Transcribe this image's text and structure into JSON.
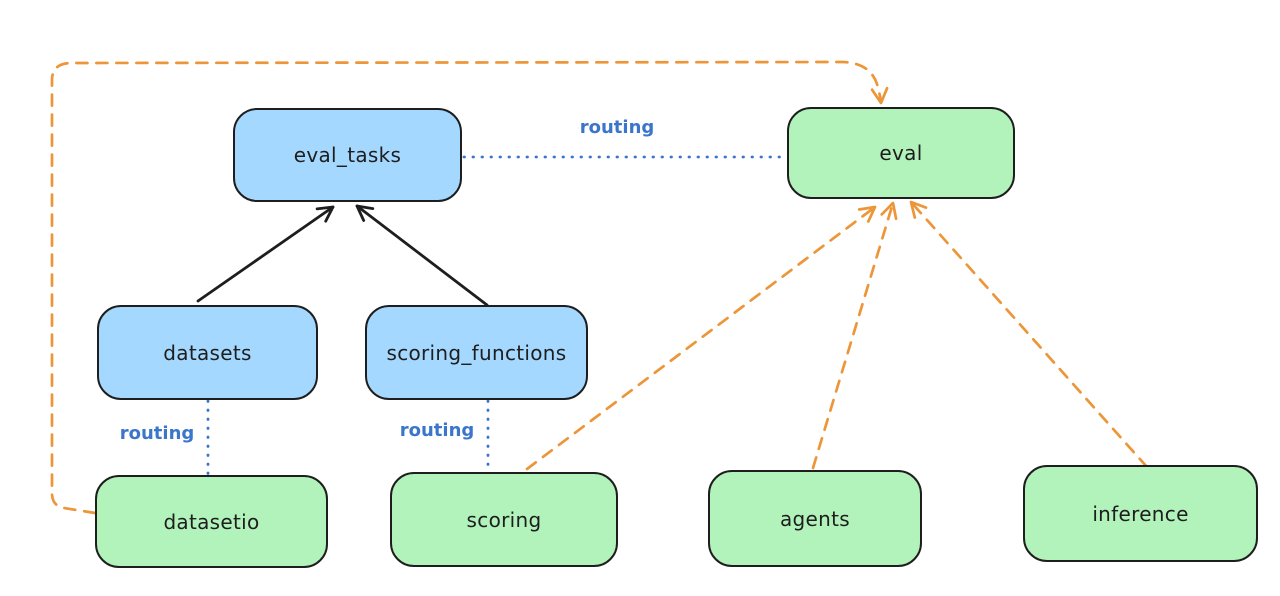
{
  "diagram": {
    "nodes": {
      "eval_tasks": {
        "label": "eval_tasks",
        "fill": "blue"
      },
      "eval": {
        "label": "eval",
        "fill": "green"
      },
      "datasets": {
        "label": "datasets",
        "fill": "blue"
      },
      "scoring_functions": {
        "label": "scoring_functions",
        "fill": "blue"
      },
      "datasetio": {
        "label": "datasetio",
        "fill": "green"
      },
      "scoring": {
        "label": "scoring",
        "fill": "green"
      },
      "agents": {
        "label": "agents",
        "fill": "green"
      },
      "inference": {
        "label": "inference",
        "fill": "green"
      }
    },
    "edges": [
      {
        "from": "datasets",
        "to": "eval_tasks",
        "style": "solid",
        "color": "black",
        "arrow": true,
        "label": ""
      },
      {
        "from": "scoring_functions",
        "to": "eval_tasks",
        "style": "solid",
        "color": "black",
        "arrow": true,
        "label": ""
      },
      {
        "from": "eval_tasks",
        "to": "eval",
        "style": "dotted",
        "color": "blue",
        "arrow": false,
        "label": "routing"
      },
      {
        "from": "datasets",
        "to": "datasetio",
        "style": "dotted",
        "color": "blue",
        "arrow": false,
        "label": "routing"
      },
      {
        "from": "scoring_functions",
        "to": "scoring",
        "style": "dotted",
        "color": "blue",
        "arrow": false,
        "label": "routing"
      },
      {
        "from": "datasetio",
        "to": "eval",
        "style": "dashed",
        "color": "orange",
        "arrow": true,
        "label": ""
      },
      {
        "from": "scoring",
        "to": "eval",
        "style": "dashed",
        "color": "orange",
        "arrow": true,
        "label": ""
      },
      {
        "from": "agents",
        "to": "eval",
        "style": "dashed",
        "color": "orange",
        "arrow": true,
        "label": ""
      },
      {
        "from": "inference",
        "to": "eval",
        "style": "dashed",
        "color": "orange",
        "arrow": true,
        "label": ""
      }
    ],
    "colors": {
      "blue_fill": "#a5d8ff",
      "green_fill": "#b2f2bb",
      "stroke": "#1e1e1e",
      "orange": "#ec9639",
      "blue_line": "#3b76cb",
      "bg": "#ffffff"
    }
  }
}
